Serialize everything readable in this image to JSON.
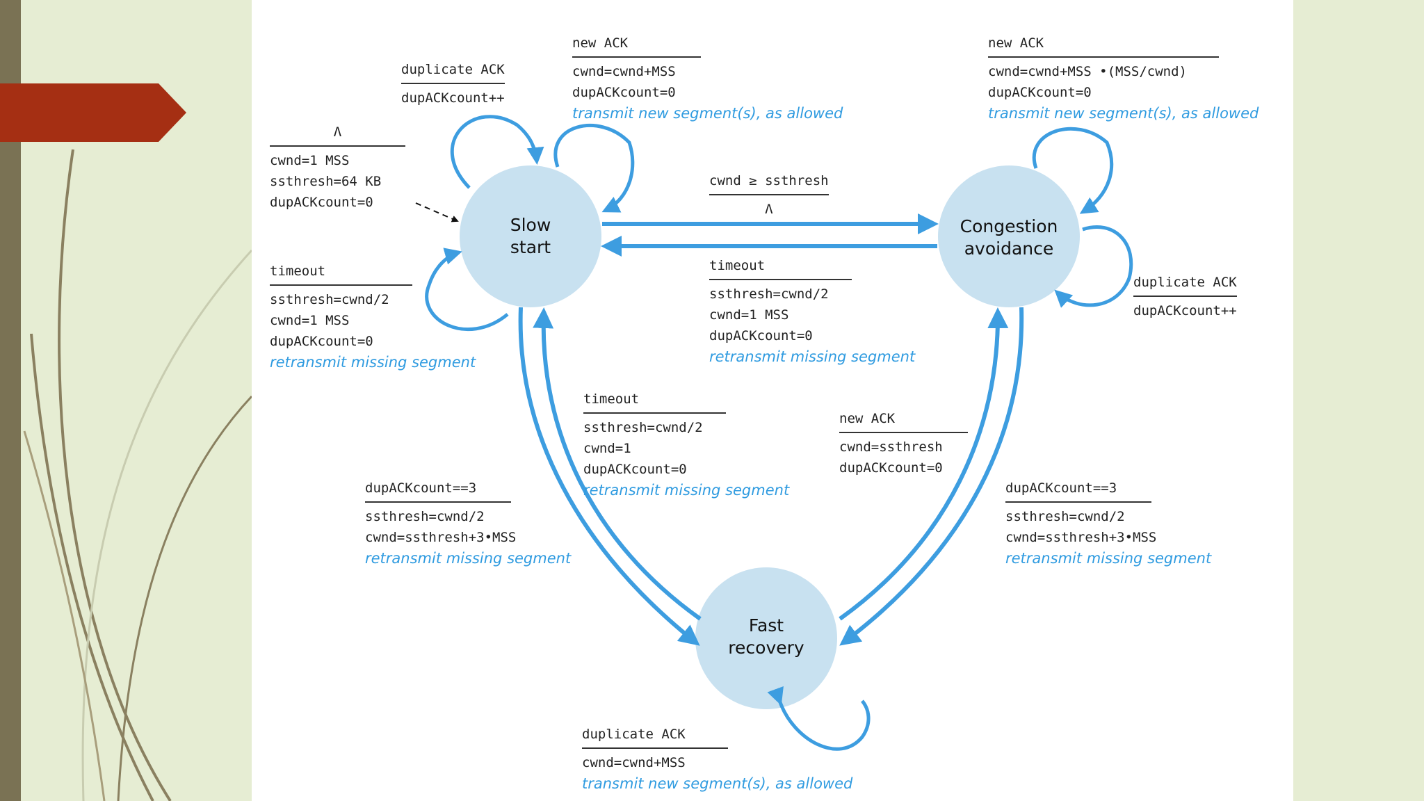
{
  "colors": {
    "background": "#e6edd3",
    "dark_bar": "#7a7254",
    "arrow_tab": "#a52f13",
    "state_fill": "#c8e1f0",
    "arrow": "#3d9de0",
    "action_blue": "#2f9be0"
  },
  "states": {
    "slow_start": {
      "line1": "Slow",
      "line2": "start"
    },
    "congestion_avoidance": {
      "line1": "Congestion",
      "line2": "avoidance"
    },
    "fast_recovery": {
      "line1": "Fast",
      "line2": "recovery"
    }
  },
  "transitions": {
    "ss_dup_ack": {
      "trigger": "duplicate ACK",
      "actions": [
        "dupACKcount++"
      ]
    },
    "ss_new_ack": {
      "trigger": "new ACK",
      "actions": [
        "cwnd=cwnd+MSS",
        "dupACKcount=0"
      ],
      "note": "transmit new segment(s), as allowed"
    },
    "init": {
      "trigger": "Λ",
      "actions": [
        "cwnd=1 MSS",
        "ssthresh=64 KB",
        "dupACKcount=0"
      ]
    },
    "ss_timeout": {
      "trigger": "timeout",
      "actions": [
        "ssthresh=cwnd/2",
        "cwnd=1 MSS",
        "dupACKcount=0"
      ],
      "note": "retransmit missing segment"
    },
    "ss_to_ca": {
      "trigger": "cwnd ≥ ssthresh",
      "action": "Λ"
    },
    "ca_to_ss": {
      "trigger": "timeout",
      "actions": [
        "ssthresh=cwnd/2",
        "cwnd=1 MSS",
        "dupACKcount=0"
      ],
      "note": "retransmit missing segment"
    },
    "ca_new_ack": {
      "trigger": "new ACK",
      "actions": [
        "cwnd=cwnd+MSS •(MSS/cwnd)",
        "dupACKcount=0"
      ],
      "note": "transmit new segment(s), as allowed"
    },
    "ca_dup_ack": {
      "trigger": "duplicate ACK",
      "actions": [
        "dupACKcount++"
      ]
    },
    "fr_to_ss": {
      "trigger": "timeout",
      "actions": [
        "ssthresh=cwnd/2",
        "cwnd=1",
        "dupACKcount=0"
      ],
      "note": "retransmit missing segment"
    },
    "fr_to_ca": {
      "trigger": "new ACK",
      "actions": [
        "cwnd=ssthresh",
        "dupACKcount=0"
      ]
    },
    "ss_to_fr": {
      "trigger": "dupACKcount==3",
      "actions": [
        "ssthresh=cwnd/2",
        "cwnd=ssthresh+3•MSS"
      ],
      "note": "retransmit missing segment"
    },
    "ca_to_fr": {
      "trigger": "dupACKcount==3",
      "actions": [
        "ssthresh=cwnd/2",
        "cwnd=ssthresh+3•MSS"
      ],
      "note": "retransmit missing segment"
    },
    "fr_dup_ack": {
      "trigger": "duplicate ACK",
      "actions": [
        "cwnd=cwnd+MSS"
      ],
      "note": "transmit new segment(s), as allowed"
    }
  }
}
